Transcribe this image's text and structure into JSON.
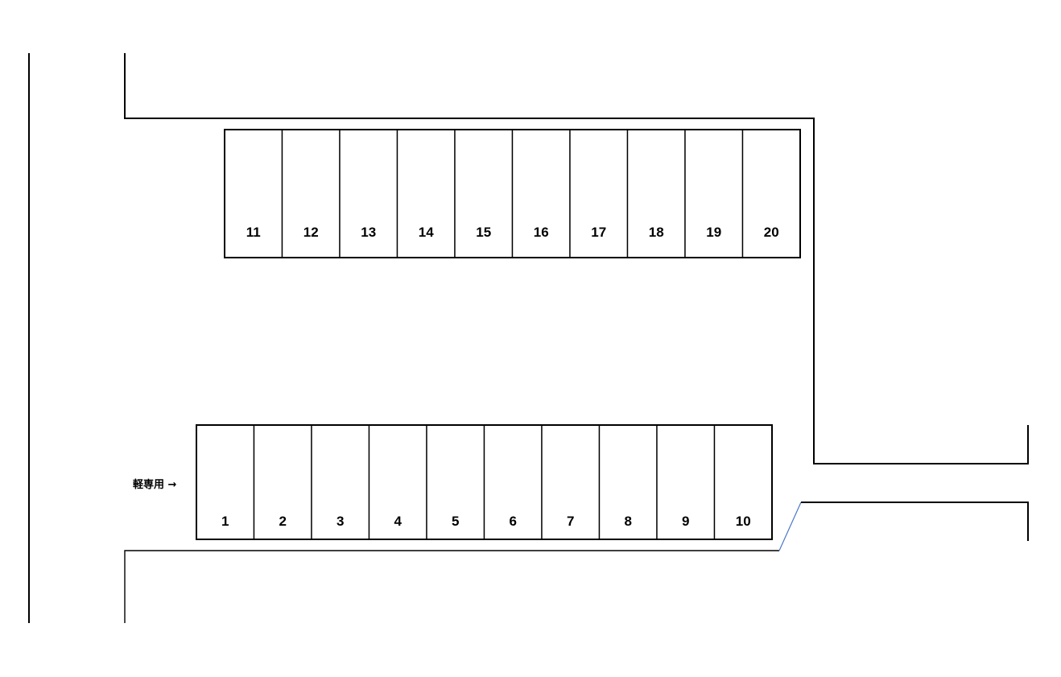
{
  "top_row": [
    "11",
    "12",
    "13",
    "14",
    "15",
    "16",
    "17",
    "18",
    "19",
    "20"
  ],
  "bottom_row": [
    "1",
    "2",
    "3",
    "4",
    "5",
    "6",
    "7",
    "8",
    "9",
    "10"
  ],
  "kei_note": "軽専用 →",
  "colors": {
    "line": "#000000",
    "driveway_edge": "#4a78c8",
    "background": "#ffffff"
  }
}
